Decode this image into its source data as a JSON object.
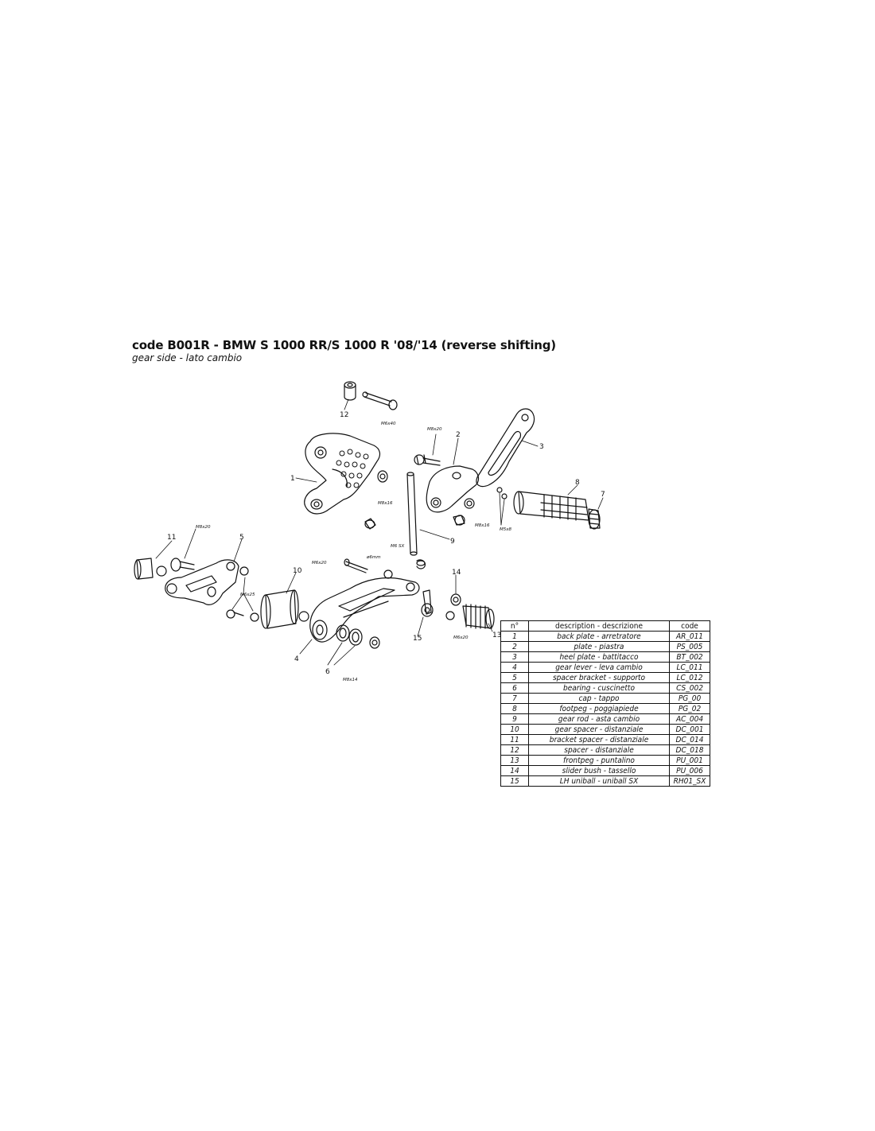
{
  "title": "code B001R - BMW S 1000 RR/S 1000 R '08/'14 (reverse shifting)",
  "subtitle": "gear side - lato cambio",
  "callouts": [
    "1",
    "2",
    "3",
    "4",
    "5",
    "6",
    "7",
    "8",
    "9",
    "10",
    "11",
    "12",
    "13",
    "14",
    "15"
  ],
  "dimension_labels": {
    "m6x40": "M6x40",
    "m8x20_top": "M8x20",
    "m8x16_a": "M8x16",
    "m8x16_b": "M8x16",
    "m5x8": "M5x8",
    "m8x20_left": "M8x20",
    "m6x25": "M6x25",
    "m6sx": "M6 SX",
    "m6x20": "M6x20",
    "phi6": "ø6mm",
    "m6x20_b": "M6x20",
    "m8x14": "M8x14"
  },
  "table": {
    "headers": {
      "n": "n°",
      "description": "description - descrizione",
      "code": "code"
    },
    "rows": [
      {
        "n": "1",
        "description": "back plate - arretratore",
        "code": "AR_011"
      },
      {
        "n": "2",
        "description": "plate - piastra",
        "code": "PS_005"
      },
      {
        "n": "3",
        "description": "heel plate - battitacco",
        "code": "BT_002"
      },
      {
        "n": "4",
        "description": "gear lever - leva cambio",
        "code": "LC_011"
      },
      {
        "n": "5",
        "description": "spacer bracket - supporto",
        "code": "LC_012"
      },
      {
        "n": "6",
        "description": "bearing - cuscinetto",
        "code": "CS_002"
      },
      {
        "n": "7",
        "description": "cap - tappo",
        "code": "PG_00"
      },
      {
        "n": "8",
        "description": "footpeg - poggiapiede",
        "code": "PG_02"
      },
      {
        "n": "9",
        "description": "gear rod - asta cambio",
        "code": "AC_004"
      },
      {
        "n": "10",
        "description": "gear spacer - distanziale",
        "code": "DC_001"
      },
      {
        "n": "11",
        "description": "bracket spacer - distanziale",
        "code": "DC_014"
      },
      {
        "n": "12",
        "description": "spacer - distanziale",
        "code": "DC_018"
      },
      {
        "n": "13",
        "description": "frontpeg - puntalino",
        "code": "PU_001"
      },
      {
        "n": "14",
        "description": "slider bush - tassello",
        "code": "PU_006"
      },
      {
        "n": "15",
        "description": "LH uniball - uniball SX",
        "code": "RH01_SX"
      }
    ]
  }
}
